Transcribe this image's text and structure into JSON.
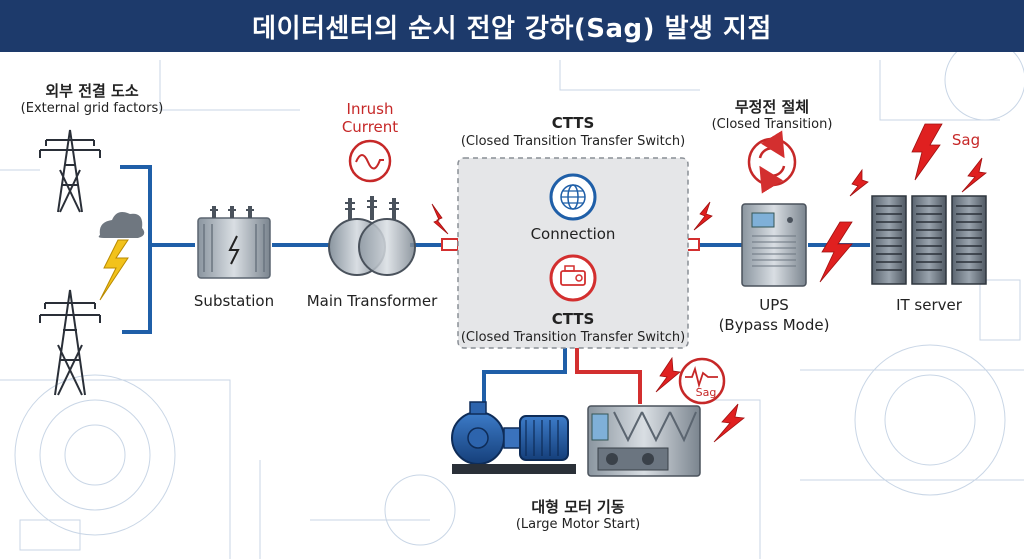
{
  "title": "데이터센터의 순시 전압 강하(Sag) 발생 지점",
  "external_grid": {
    "ko": "외부 전결 도소",
    "en": "(External grid factors)"
  },
  "substation": "Substation",
  "inrush": {
    "line1": "Inrush",
    "line2": "Current"
  },
  "main_transformer": "Main Transformer",
  "ctts_top": {
    "title": "CTTS",
    "sub": "(Closed Transition Transfer Switch)"
  },
  "connection": "Connection",
  "ctts_bottom": {
    "title": "CTTS",
    "sub": "(Closed Transition Transfer Switch)"
  },
  "seamless": {
    "ko": "무정전 절체",
    "en": "(Closed Transition)"
  },
  "ups": {
    "title": "UPS",
    "sub": "(Bypass Mode)"
  },
  "it_server": "IT server",
  "sag_label": "Sag",
  "sag_meter_label": "Sag",
  "motor": {
    "ko": "대형 모터 기동",
    "en": "(Large Motor Start)"
  },
  "colors": {
    "header": "#1d3a6b",
    "line_blue": "#1f5fa8",
    "line_red": "#d32f2f",
    "accent_red": "#c62828"
  }
}
